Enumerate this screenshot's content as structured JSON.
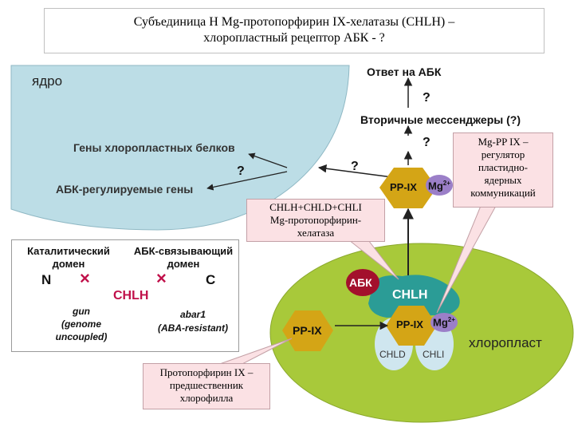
{
  "title": {
    "line1": "Субъединица Н  Mg-протопорфирин IX-хелатазы (CHLH)  –",
    "line2": "хлоропластный рецептор АБК - ?"
  },
  "nucleus": {
    "label": "ядро",
    "genes_chloroplast": "Гены хлоропластных белков",
    "genes_aba": "АБК-регулируемые гены",
    "question": "?"
  },
  "signaling": {
    "aba_response": "Ответ на АБК",
    "question_top": "?",
    "secondary_messengers": "Вторичные мессенджеры (?)",
    "question_mid": "?",
    "question_left": "?"
  },
  "ppix_top": {
    "label": "PP-IX",
    "mg": "Mg",
    "charge": "2+"
  },
  "callout_mgppix": {
    "lines": [
      "Mg-PP IX –",
      "регулятор",
      "пластидно-",
      "ядерных",
      "коммуникаций"
    ]
  },
  "callout_chelatase": {
    "lines": [
      "CHLH+CHLD+CHLI",
      "Mg-протопорфирин-",
      "хелатаза"
    ]
  },
  "domains": {
    "catalytic": "Каталитический домен",
    "aba_binding": "АБК-связывающий домен",
    "n_term": "N",
    "c_term": "C",
    "protein": "CHLH",
    "gun": [
      "gun",
      "(genome",
      "uncoupled)"
    ],
    "abar": [
      "abar1",
      "(ABA-resistant)"
    ],
    "cross": "×"
  },
  "chloroplast": {
    "label": "хлоропласт",
    "aba": "АБК",
    "chlh": "CHLH",
    "ppix_left": "PP-IX",
    "ppix_inner": "PP-IX",
    "mg": "Mg",
    "charge": "2+",
    "chld": "CHLD",
    "chli": "CHLI"
  },
  "callout_protoporphyrin": {
    "lines": [
      "Протопорфирин IX –",
      "предшественник",
      "хлорофилла"
    ]
  },
  "colors": {
    "nucleus": "#bcdde6",
    "chloroplast": "#a8c93a",
    "hexagon": "#d4a516",
    "mg": "#9b7fc8",
    "aba": "#a3102c",
    "chlh": "#2b9c96",
    "chld_chli": "#cfe6ef",
    "callout": "#fbe1e4",
    "cross": "#c0104a",
    "chlh_text": "#c0104a"
  }
}
